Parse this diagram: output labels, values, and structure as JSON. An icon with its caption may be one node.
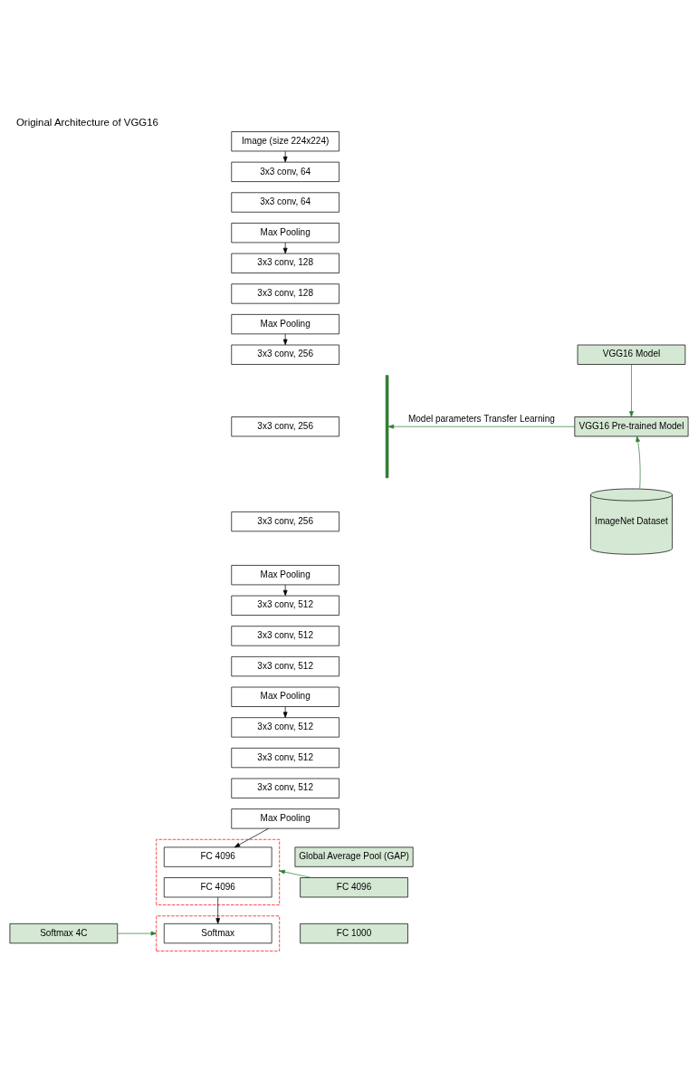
{
  "diagram": {
    "title": "Original Architecture of VGG16",
    "nodes": [
      {
        "text": [
          "Image (size 224x224)"
        ]
      },
      {
        "text": [
          "3x3 conv, 64"
        ]
      },
      {
        "text": [
          "3x3 conv, 64"
        ]
      },
      {
        "text": [
          "Max Pooling"
        ]
      },
      {
        "text": [
          "3x3 conv, 128"
        ]
      },
      {
        "text": [
          "3x3 conv, 128"
        ]
      },
      {
        "text": [
          "Max Pooling"
        ]
      },
      {
        "text": [
          "3x3 conv, 256"
        ]
      },
      {
        "text": [
          "3x3 conv, 256"
        ]
      },
      {
        "text": [
          "3x3 conv, 256"
        ]
      },
      {
        "text": [
          "Max Pooling"
        ]
      },
      {
        "text": [
          "3x3 conv, 512"
        ]
      },
      {
        "text": [
          "3x3 conv, 512"
        ]
      },
      {
        "text": [
          "3x3 conv, 512"
        ]
      },
      {
        "text": [
          "Max Pooling"
        ]
      },
      {
        "text": [
          "3x3 conv, 512"
        ]
      },
      {
        "text": [
          "3x3 conv, 512"
        ]
      },
      {
        "text": [
          "3x3 conv, 512"
        ]
      },
      {
        "text": [
          "Max Pooling"
        ]
      },
      {
        "text": [],
        "shape": "bracket"
      },
      {
        "text": [],
        "shape": "box"
      },
      {
        "text": [
          "FC 4096"
        ],
        "in": 20
      },
      {
        "text": [
          "FC 4096"
        ],
        "in": 20
      },
      {
        "text": [],
        "shape": "box"
      },
      {
        "text": [
          "Softmax"
        ],
        "in": 23
      },
      {
        "text": [
          "VGG16 Model"
        ]
      },
      {
        "text": [
          "VGG16 Pre-trained Model"
        ]
      },
      {
        "text": [
          "ImageNet Dataset"
        ]
      },
      {
        "text": [
          "Global Average Pool (GAP)"
        ]
      },
      {
        "text": [
          "FC 4096"
        ]
      },
      {
        "text": [
          "FC 1000"
        ]
      },
      {
        "text": [
          "Softmax 4C"
        ]
      }
    ],
    "edges": [
      {
        "from": 0,
        "to": 1,
        "arrow": "to"
      },
      {
        "from": 3,
        "to": 4,
        "arrow": "to"
      },
      {
        "from": 6,
        "to": 7,
        "arrow": "to"
      },
      {
        "from": 10,
        "to": 11,
        "arrow": "to"
      },
      {
        "from": 14,
        "to": 15,
        "arrow": "to"
      },
      {
        "from": 18,
        "to": 21,
        "arrow": "to"
      },
      {
        "from": 22,
        "to": 24,
        "arrow": "to"
      },
      {
        "from": 25,
        "to": 26,
        "arrow": "to",
        "color": "#2e7d32"
      },
      {
        "from": 27,
        "to": 26,
        "arrow": "to",
        "color": "#2e7d32"
      },
      {
        "from": 26,
        "to": 19,
        "arrow": "to",
        "label": "Model parameters Transfer Learning",
        "color": "#2e7d32"
      },
      {
        "from": 29,
        "to": 20,
        "arrow": "to",
        "color": "#2e7d32"
      },
      {
        "from": 31,
        "to": 23,
        "arrow": "to",
        "color": "#2e7d32"
      }
    ]
  }
}
